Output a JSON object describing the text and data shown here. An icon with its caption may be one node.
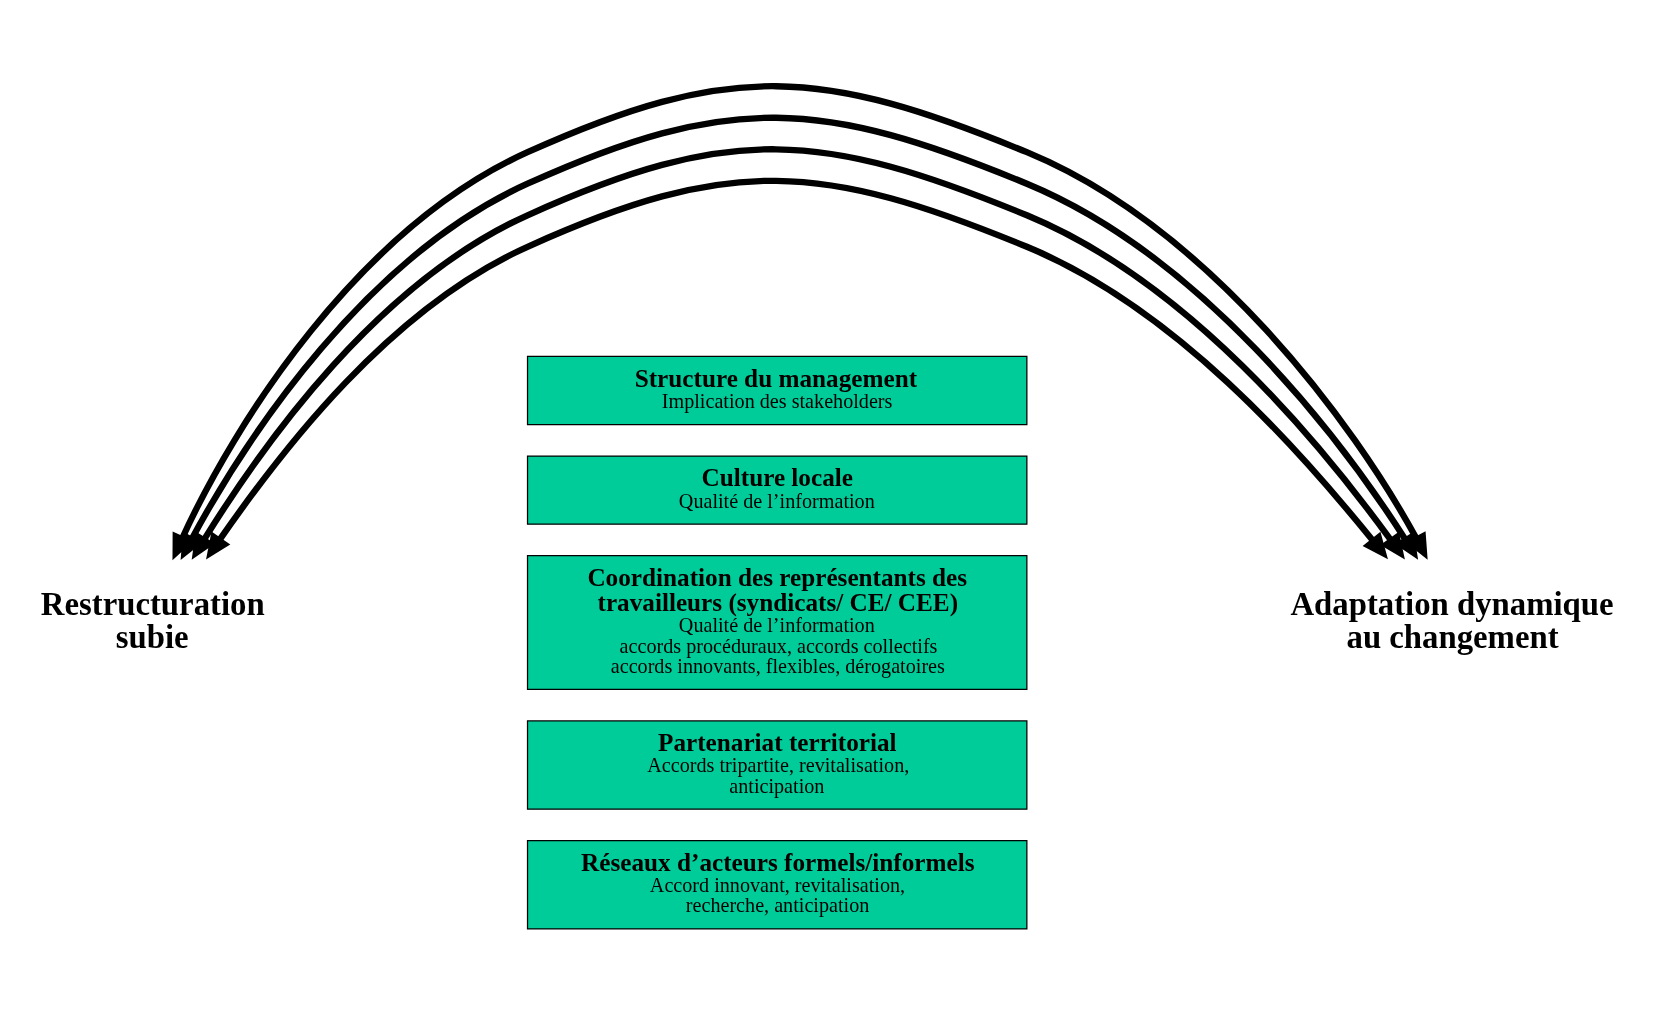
{
  "diagram": {
    "nodes": [
      {
        "text": [
          "Restructuration subie"
        ]
      },
      {
        "text": [
          "Structure du management",
          "Implication des stakeholders"
        ]
      },
      {
        "text": [
          "Culture locale",
          "Qualité de l’information"
        ]
      },
      {
        "text": [
          "Coordination des représentants des travailleurs (syndicats/ CE/ CEE)",
          "Qualité de l’information",
          "accords procéduraux, accords collectifs accords innovants, flexibles, dérogatoires"
        ]
      },
      {
        "text": [
          "Partenariat territorial",
          "Accords tripartite, revitalisation, anticipation"
        ]
      },
      {
        "text": [
          "Réseaux d’acteurs formels/informels",
          "Accord innovant, revitalisation, recherche, anticipation"
        ]
      },
      {
        "text": [
          "Adaptation dynamique au changement"
        ]
      }
    ],
    "edges": [
      {
        "from": 0,
        "to": 6,
        "arrow": "both"
      },
      {
        "from": 0,
        "to": 6,
        "arrow": "both"
      },
      {
        "from": 0,
        "to": 6,
        "arrow": "both"
      },
      {
        "from": 0,
        "to": 6,
        "arrow": "both"
      }
    ]
  }
}
